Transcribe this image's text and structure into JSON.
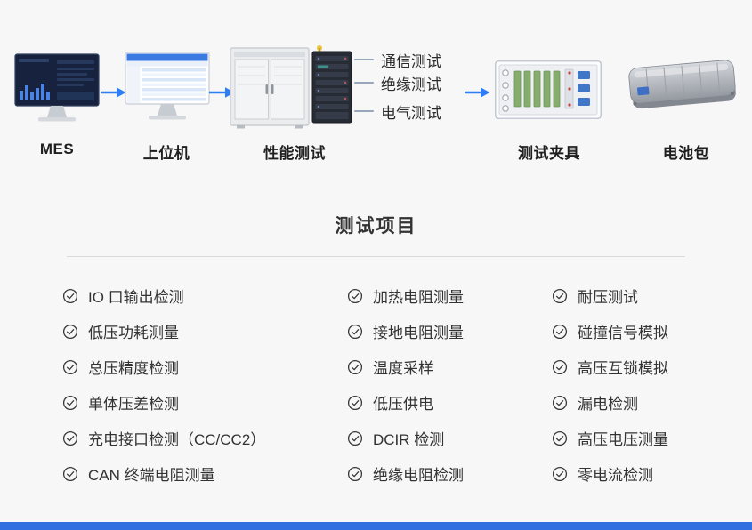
{
  "page": {
    "background": "#f7f7f8",
    "accent_blue": "#2e7df2",
    "footer_color": "#2f6fe0"
  },
  "flow": {
    "nodes": [
      {
        "id": "mes",
        "label": "MES"
      },
      {
        "id": "host",
        "label": "上位机"
      },
      {
        "id": "performance",
        "label": "性能测试"
      },
      {
        "id": "fixture",
        "label": "测试夹具"
      },
      {
        "id": "battery",
        "label": "电池包"
      }
    ],
    "branches": [
      "通信测试",
      "绝缘测试",
      "电气测试"
    ]
  },
  "section": {
    "title": "测试项目"
  },
  "checklist": {
    "columns": [
      {
        "items": [
          "IO 口输出检测",
          "低压功耗测量",
          "总压精度检测",
          "单体压差检测",
          "充电接口检测（CC/CC2）",
          "CAN 终端电阻测量"
        ]
      },
      {
        "items": [
          "加热电阻测量",
          "接地电阻测量",
          "温度采样",
          "低压供电",
          "DCIR 检测",
          "绝缘电阻检测"
        ]
      },
      {
        "items": [
          "耐压测试",
          "碰撞信号模拟",
          "高压互锁模拟",
          "漏电检测",
          "高压电压测量",
          "零电流检测"
        ]
      }
    ]
  }
}
